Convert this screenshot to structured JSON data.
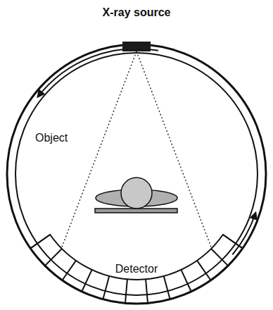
{
  "diagram": {
    "labels": [
      "X-ray source",
      "Object",
      "Detector"
    ]
  }
}
